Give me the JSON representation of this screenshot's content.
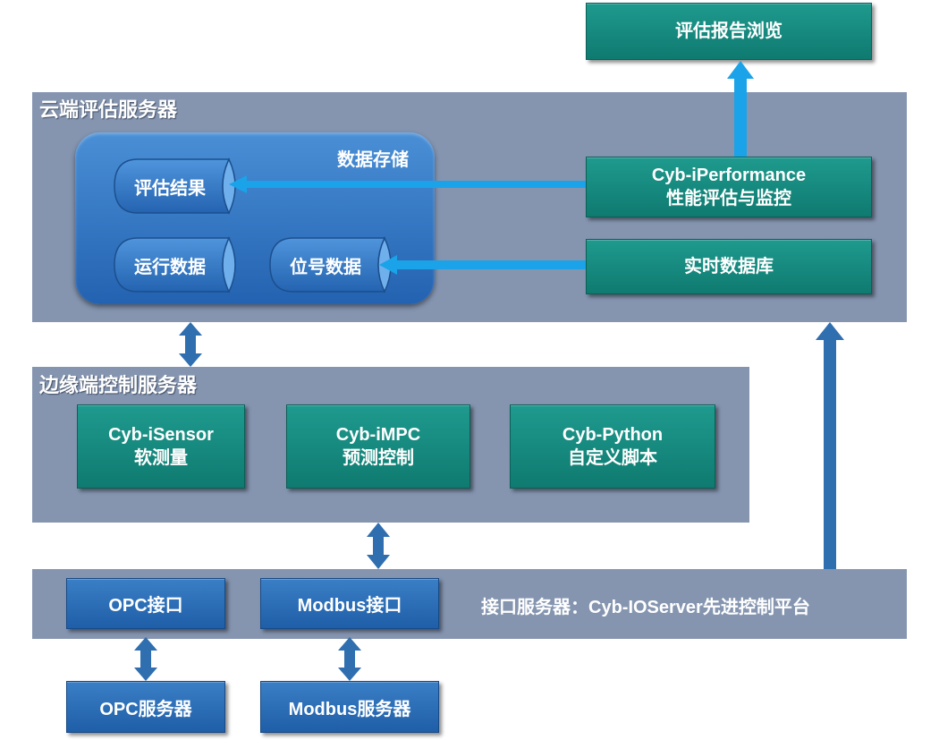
{
  "report_box": {
    "label": "评估报告浏览"
  },
  "cloud_server": {
    "title": "云端评估服务器",
    "storage": {
      "title": "数据存储",
      "items": [
        {
          "label": "评估结果"
        },
        {
          "label": "运行数据"
        },
        {
          "label": "位号数据"
        }
      ]
    },
    "performance": {
      "line1": "Cyb-iPerformance",
      "line2": "性能评估与监控"
    },
    "realtime_db": {
      "label": "实时数据库"
    }
  },
  "edge_server": {
    "title": "边缘端控制服务器",
    "modules": [
      {
        "line1": "Cyb-iSensor",
        "line2": "软测量"
      },
      {
        "line1": "Cyb-iMPC",
        "line2": "预测控制"
      },
      {
        "line1": "Cyb-Python",
        "line2": "自定义脚本"
      }
    ]
  },
  "interface_server": {
    "label": "接口服务器：Cyb-IOServer先进控制平台",
    "opc_interface": {
      "label": "OPC接口"
    },
    "modbus_interface": {
      "label": "Modbus接口"
    }
  },
  "external": {
    "opc_server": {
      "label": "OPC服务器"
    },
    "modbus_server": {
      "label": "Modbus服务器"
    }
  },
  "colors": {
    "panel": "#8595b0",
    "teal": "#158a7f",
    "blue": "#2a6fbc",
    "arrow_light": "#1aa3e8",
    "arrow_dark": "#2f6fb0"
  }
}
